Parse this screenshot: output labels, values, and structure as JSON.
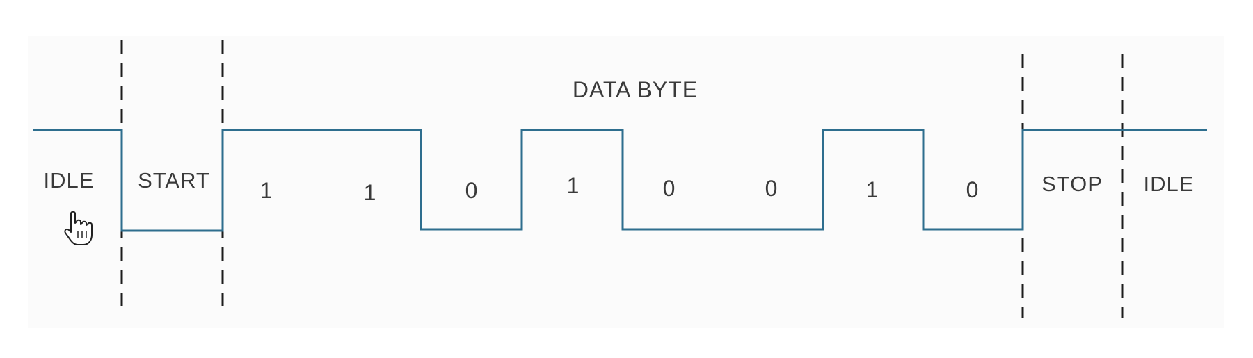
{
  "title": "DATA BYTE",
  "segments": {
    "idle_left": "IDLE",
    "start": "START",
    "stop": "STOP",
    "idle_right": "IDLE"
  },
  "bits": [
    "1",
    "1",
    "0",
    "1",
    "0",
    "0",
    "1",
    "0"
  ],
  "colors": {
    "signal": "#2e6e8e",
    "divider": "#1c1c1c",
    "text": "#3a3a3a"
  },
  "cursor_icon": "hand-pointer-icon"
}
